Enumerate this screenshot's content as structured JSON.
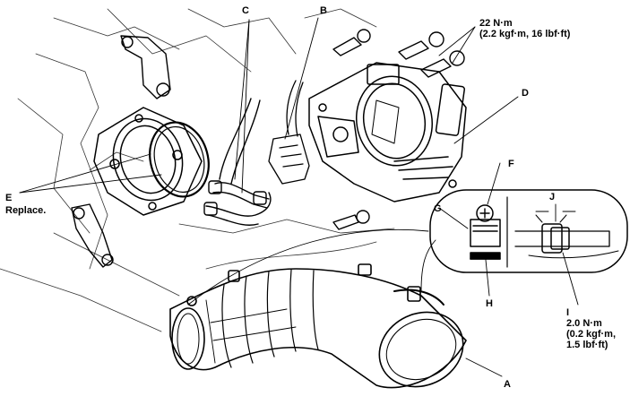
{
  "labels": {
    "A": "A",
    "B": "B",
    "C": "C",
    "D": "D",
    "E": "E",
    "E_note": "Replace.",
    "F": "F",
    "G": "G",
    "H": "H",
    "I": "I",
    "J": "J",
    "torque_bolts": [
      "22 N·m",
      "(2.2 kgf·m, 16 lbf·ft)"
    ],
    "torque_clamp": [
      "2.0 N·m",
      "(0.2 kgf·m,",
      "1.5 lbf·ft)"
    ]
  }
}
